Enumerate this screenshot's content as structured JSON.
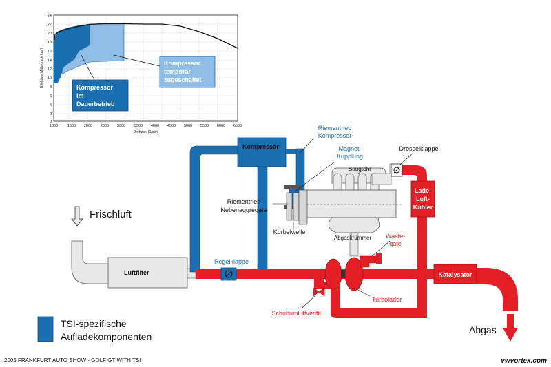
{
  "chart": {
    "ylabel": "Effektiver Mitteldruck [bar]",
    "xlabel": "Drehzahl [1/min]",
    "y_ticks": [
      "24",
      "22",
      "20",
      "18",
      "16",
      "14",
      "12",
      "10",
      "8",
      "6",
      "4",
      "2",
      "0"
    ],
    "x_ticks": [
      "1000",
      "1500",
      "2000",
      "2500",
      "3000",
      "3500",
      "4000",
      "4500",
      "5000",
      "5500",
      "6000",
      "6500"
    ],
    "box_dark": [
      "Kompressor",
      "im",
      "Dauerbetrieb"
    ],
    "box_light": [
      "Kompressor",
      "temporär",
      "zugeschaltet"
    ]
  },
  "labels": {
    "kompressor": "Kompressor",
    "riementrieb_kompressor": [
      "Riementrieb",
      "Kompressor"
    ],
    "magnet_kupplung": [
      "Magnet-",
      "Kupplung"
    ],
    "drosselklappe": "Drosselklappe",
    "saugrohr": "Saugrohr",
    "ladeluftkuehler": [
      "Lade-",
      "Luft-",
      "Kühler"
    ],
    "riementrieb_nebenaggregate": [
      "Riementrieb",
      "Nebenaggregate"
    ],
    "kurbelwelle": "Kurbelwelle",
    "abgaskruemmer": "Abgaskrümmer",
    "wastegate": [
      "Waste-",
      "gate"
    ],
    "frischluft": "Frischluft",
    "luftfilter": "Luftfilter",
    "regelklappe": "Regelklappe",
    "katalysator": "Katalysator",
    "turbolader": "Turbolader",
    "schubumluftventil": "Schubumluftventil",
    "abgas": "Abgas"
  },
  "legend": {
    "line1": "TSI-spezifische",
    "line2": "Aufladekomponenten"
  },
  "footer": {
    "left": "2005 FRANKFURT AUTO SHOW - GOLF GT WITH TSI",
    "right": "vwvortex.com"
  },
  "colors": {
    "blue": "#1a6fb0",
    "light_blue": "#8fbde6",
    "red": "#e31e24",
    "grey": "#e8e8e8"
  }
}
